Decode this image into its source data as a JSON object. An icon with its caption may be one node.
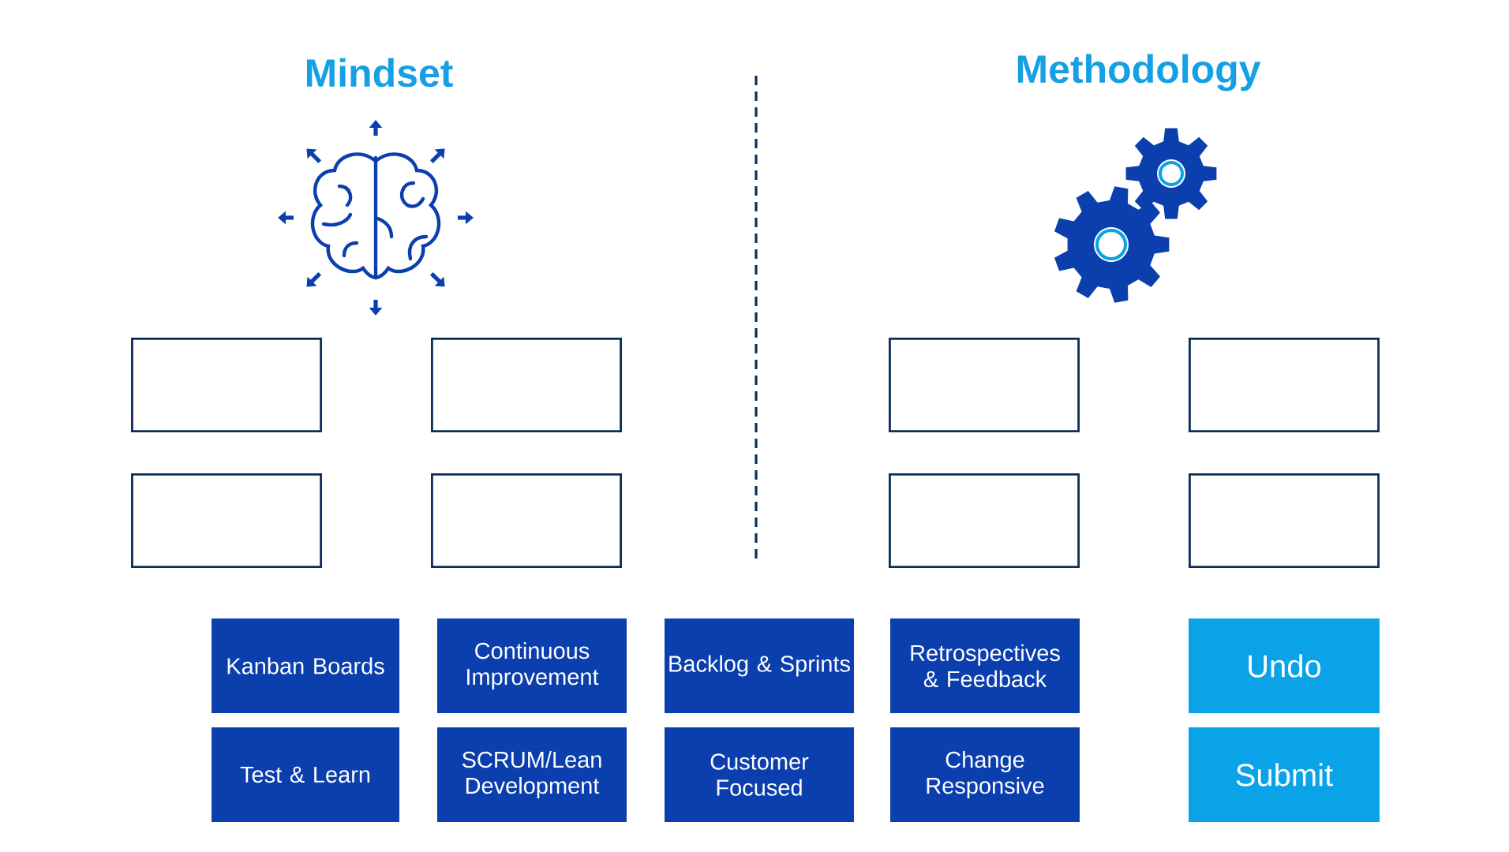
{
  "diagram": {
    "nodes": [
      {
        "text": [],
        "shape": "box"
      },
      {
        "text": [],
        "shape": "box"
      },
      {
        "text": [],
        "shape": "box"
      },
      {
        "text": [],
        "shape": "box"
      },
      {
        "text": [],
        "shape": "box"
      },
      {
        "text": [],
        "shape": "box"
      },
      {
        "text": [],
        "shape": "box"
      },
      {
        "text": [],
        "shape": "box"
      },
      {
        "text": [
          "Kanban Boards"
        ]
      },
      {
        "text": [
          "Continuous Improvement"
        ]
      },
      {
        "text": [
          "Backlog & Sprints"
        ]
      },
      {
        "text": [
          "Retrospectives & Feedback"
        ]
      },
      {
        "text": [
          "Undo"
        ]
      },
      {
        "text": [
          "Test & Learn"
        ]
      },
      {
        "text": [
          "SCRUM/Lean Development"
        ]
      },
      {
        "text": [
          "Customer Focused"
        ]
      },
      {
        "text": [
          "Change Responsive"
        ]
      },
      {
        "text": [
          "Submit"
        ]
      }
    ],
    "labels": [
      "Mindset",
      "Methodology"
    ]
  }
}
